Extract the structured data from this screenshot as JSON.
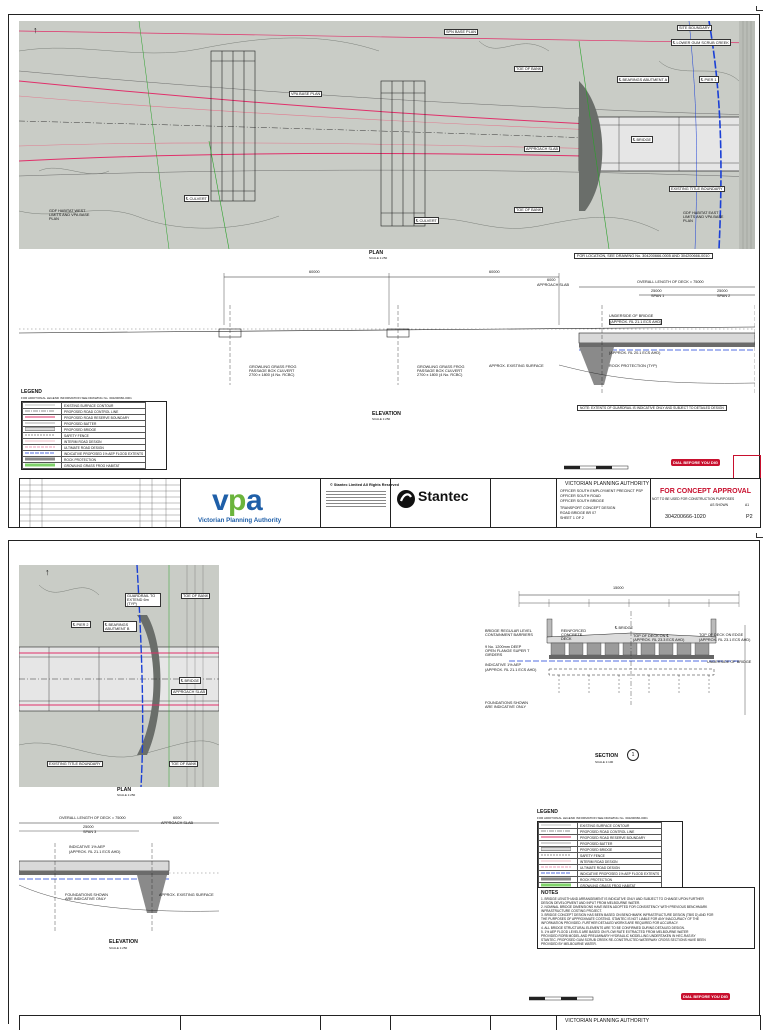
{
  "sheet1": {
    "labels": {
      "bore_plan": "SPN BASE PLAN",
      "vpa_base_plan": "VPA BASE PLAN",
      "toe_of_bank_1": "TOE OF BANK",
      "toe_of_bank_2": "TOE OF BANK",
      "bearings_abutment": "℄ BEARINGS ABUTMENT A",
      "pier": "℄ PIER 1",
      "bridge": "℄ BRIDGE",
      "approach_slab": "APPROACH SLAB",
      "site_boundary": "SITE BOUNDARY",
      "lower_creek": "℄ LOWER GUM SCRUB CREEK",
      "culvert_1": "℄ CULVERT",
      "culvert_2": "℄ CULVERT",
      "existing_title": "EXISTING TITLE BOUNDARY",
      "gdf_west": "GDF HABITAT WEST LIMITS AND VPA BASE PLAN",
      "gdf_east": "GDF HABITAT EAST LIMITS AND VPA BASE PLAN"
    },
    "plan_title": "PLAN",
    "plan_scale": "SCALE 1:250",
    "location_note": "FOR LOCATION, SEE DRAWING No. 304200666-0005 AND 304200666-0010",
    "elevation": {
      "dim_1": "60000",
      "dim_2": "60000",
      "approach_slab": "APPROACH SLAB",
      "dim_approach": "6000",
      "overall_length": "OVERALL LENGTH OF DECK = 75000",
      "span_1_dim": "25000",
      "span_1": "SPAN 1",
      "span_2_dim": "25000",
      "span_2": "SPAN 2",
      "underside": "UNDERSIDE OF BRIDGE",
      "underside_rl": "(APPROX. RL 21.1 ECS AHD)",
      "approx_rl": "(APPROX. RL 20.1 ECS AHD)",
      "rock_protection": "ROCK PROTECTION (TYP)",
      "existing_surface": "APPROX. EXISTING SURFACE",
      "culvert_a": "GROWLING GRASS FROG PASSAGE BOX CULVERT 2700 x 1800 (4 No. RCBC)",
      "culvert_b": "GROWLING GRASS FROG PASSAGE BOX CULVERT 2700 x 1800 (4 No. RCBC)",
      "note": "NOTE: EXTENTS OF GUARDRAIL IS INDICATIVE ONLY AND SUBJECT TO DETAILED DESIGN",
      "title": "ELEVATION",
      "scale": "SCALE 1:250"
    },
    "legend": {
      "title": "LEGEND",
      "subtitle": "FOR ADDITIONAL LEGEND INFORMATION SEE DRAWING No. 304200666-0001",
      "items": [
        "EXISTING SURFACE CONTOUR",
        "PROPOSED ROAD CONTROL LINE",
        "PROPOSED ROAD RESERVE BOUNDARY",
        "PROPOSED BATTER",
        "PROPOSED BRIDGE",
        "SAFETY FENCE",
        "INTERIM ROAD DESIGN",
        "ULTIMATE ROAD DESIGN",
        "INDICATIVE PROPOSED 1% AEP FLOOD EXTENTS",
        "ROCK PROTECTION",
        "GROWLING GRASS FROG HABITAT"
      ]
    },
    "title_block": {
      "copyright_title": "© Stantec Limited All Rights Reserved",
      "vpa_name": "Victorian Planning Authority",
      "stantec": "Stantec",
      "client": "VICTORIAN PLANNING AUTHORITY",
      "project_1": "OFFICER SOUTH EMPLOYMENT PRECINCT PSP",
      "project_2": "OFFICER SOUTH ROAD",
      "project_3": "OFFICER SOUTH BRIDGE",
      "drawing_1": "TRANSPORT CONCEPT DESIGN",
      "drawing_2": "ROAD BRIDGE BR 07",
      "drawing_3": "SHEET 1 OF 2",
      "concept": "FOR CONCEPT APPROVAL",
      "not_for_construction": "NOT TO BE USED FOR CONSTRUCTION PURPOSES",
      "drawing_no": "304200666-1020",
      "revision": "P2",
      "scale": "AS SHOWN",
      "size": "A1",
      "dbyd": "DIAL BEFORE YOU DIG"
    }
  },
  "sheet2": {
    "labels": {
      "guardrail": "GUARDRAIL TO EXTEND 6m (TYP)",
      "toe_of_bank_1": "TOE OF BANK",
      "toe_of_bank_2": "TOE OF BANK",
      "pier": "℄ PIER 2",
      "bearings": "℄ BEARINGS ABUTMENT B",
      "bridge": "℄ BRIDGE",
      "approach_slab": "APPROACH SLAB",
      "existing_title": "EXISTING TITLE BOUNDARY"
    },
    "plan_title": "PLAN",
    "plan_scale": "SCALE 1:250",
    "section": {
      "overall": "15000",
      "barriers": "BRIDGE REGULAR LEVEL CONTAINMENT BARRIERS",
      "girders": "9 No. 1200mm DEEP OPEN FLANGE SUPER T GIRDERS",
      "deck": "REINFORCED CONCRETE DECK",
      "bridge": "℄ BRIDGE",
      "top_deck": "TOP OF DECK ON ℄",
      "top_deck_rl": "(APPROX. RL 23.3 ECS AHD)",
      "top_deck_edge": "TOP OF DECK ON EDGE",
      "top_deck_edge_rl": "(APPROX. RL 23.1 ECS AHD)",
      "aep": "INDICATIVE 1% AEP",
      "aep_rl": "(APPROX. RL 21.1 ECS AHD)",
      "underside": "UNDERSIDE OF BRIDGE",
      "foundations": "FOUNDATIONS SHOWN ARE INDICATIVE ONLY",
      "title": "SECTION",
      "id": "1",
      "scale": "SCALE 1:100"
    },
    "elevation": {
      "overall_length": "OVERALL LENGTH OF DECK = 75000",
      "dim_approach": "6000",
      "approach_slab": "APPROACH SLAB",
      "span_dim": "25000",
      "span": "SPAN 3",
      "aep": "INDICATIVE 1% AEP",
      "aep_rl": "(APPROX. RL 21.1 ECS AHD)",
      "foundations": "FOUNDATIONS SHOWN ARE INDICATIVE ONLY",
      "existing_surface": "APPROX. EXISTING SURFACE",
      "title": "ELEVATION",
      "scale": "SCALE 1:250"
    },
    "legend": {
      "title": "LEGEND",
      "subtitle": "FOR ADDITIONAL LEGEND INFORMATION SEE DRAWING No. 304200666-0001",
      "items": [
        "EXISTING SURFACE CONTOUR",
        "PROPOSED ROAD CONTROL LINE",
        "PROPOSED ROAD RESERVE BOUNDARY",
        "PROPOSED BATTER",
        "PROPOSED BRIDGE",
        "SAFETY FENCE",
        "INTERIM ROAD DESIGN",
        "ULTIMATE ROAD DESIGN",
        "INDICATIVE PROPOSED 1% AEP FLOOD EXTENTS",
        "ROCK PROTECTION",
        "GROWLING GRASS FROG HABITAT"
      ]
    },
    "notes": {
      "title": "NOTES",
      "lines": [
        "1.   BRIDGE LENGTH AND ARRANGEMENT IS INDICATIVE ONLY AND SUBJECT TO CHANGE UPON FURTHER",
        "      DESIGN DEVELOPMENT AND INPUT FROM MELBOURNE WATER.",
        "2.   NOMINAL BRIDGE DIMENSIONS HAVE BEEN ADOPTED FOR CONSISTENCY WITH PREVIOUS BENCHMARK",
        "      INFRASTRUCTURE COSTING PROJECT.",
        "3.   BRIDGE CONCEPT DESIGN HAS BEEN BASED ON BENCHMARK INFRASTRUCTURE DESIGN (TBIS D) AND FOR",
        "      THE PURPOSES OF APPROXIMATE COSTING. STANTEC IS NOT LIABLE FOR ANY INACCURACY OF THE",
        "      INFORMATION PROVIDED. FURTHER DETAILED WORKS ARE REQUIRED FOR ACCURACY.",
        "4.   ALL BRIDGE STRUCTURAL ELEMENTS ARE TO BE CONFIRMED DURING DETAILED DESIGN.",
        "5.   1% AEP FLOOD LEVELS ARE BASED ON FLOW RATE EXTRACTED FROM MELBOURNE WATER",
        "      PROVIDED RORB MODEL AND PRELIMINARY HYDRAULIC MODELLING UNDERTAKEN IN HEC-RAS BY",
        "      STANTEC. PROPOSED GUM SCRUB CREEK RE-CONSTRUCTED WATERWAY CROSS SECTIONS HAVE BEEN",
        "      PROVIDED BY MELBOURNE WATER."
      ]
    },
    "title_block": {
      "client": "VICTORIAN PLANNING AUTHORITY",
      "dbyd": "DIAL BEFORE YOU DIG"
    }
  },
  "colors": {
    "road_red": "#e0306a",
    "blue_line": "#1a3fd6",
    "green_line": "#2aa12a",
    "grey_fill": "#c9ccc6",
    "vpa_blue": "#1f5fa8",
    "vpa_green": "#6bb43c",
    "concept_red": "#c8102e"
  }
}
